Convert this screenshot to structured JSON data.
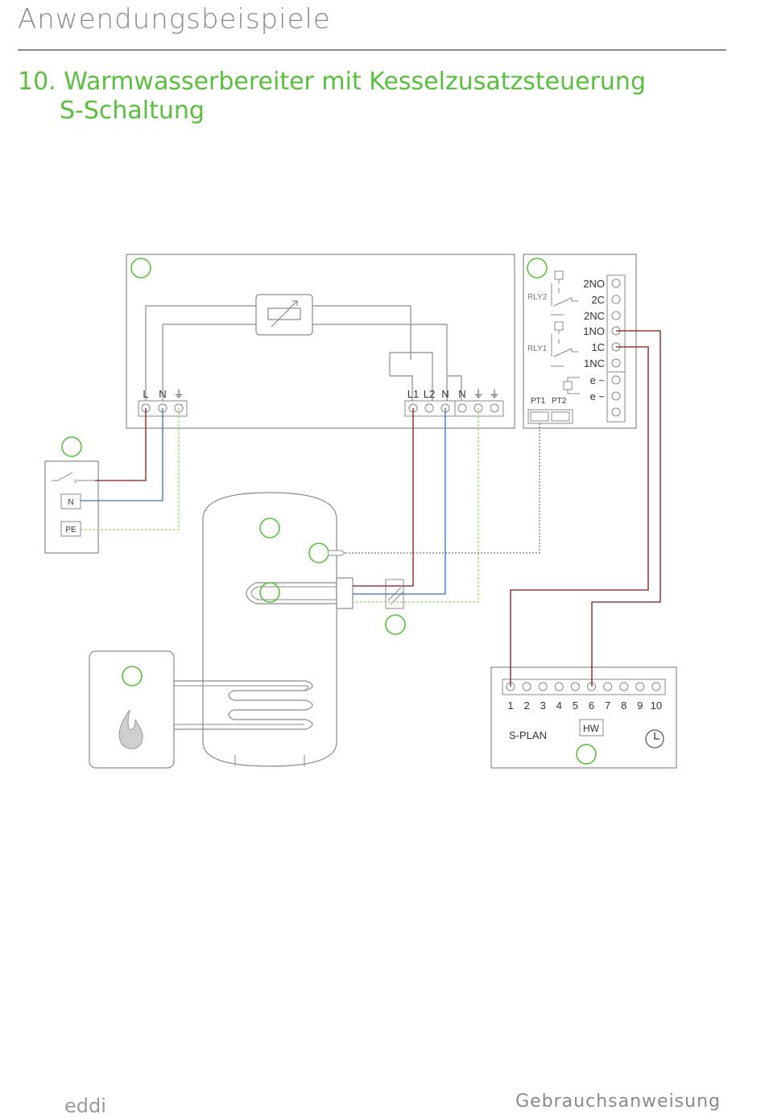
{
  "header": {
    "section_title": "Anwendungsbeispiele"
  },
  "title": {
    "line1": "10. Warmwasserbereiter mit Kesselzusatzsteuerung",
    "line2": "S-Schaltung"
  },
  "eddi_unit": {
    "supply_terminals": [
      "L",
      "N",
      "⏚"
    ],
    "output_terminals": [
      "L1",
      "L2",
      "N",
      "N",
      "⏚",
      "⏚"
    ]
  },
  "relay_module": {
    "relay2_label": "RLY2",
    "relay1_label": "RLY1",
    "terminals": [
      "2NO",
      "2C",
      "2NC",
      "1NO",
      "1C",
      "1NC",
      "e ~",
      "e ~"
    ],
    "sensor_labels": [
      "PT1",
      "PT2"
    ]
  },
  "isolator": {
    "labels": [
      "N",
      "PE"
    ]
  },
  "splan": {
    "terminal_numbers": [
      "1",
      "2",
      "3",
      "4",
      "5",
      "6",
      "7",
      "8",
      "9",
      "10"
    ],
    "name": "S-PLAN",
    "hw_label": "HW"
  },
  "footer": {
    "brand": "eddi",
    "doc": "Gebrauchsanweisung"
  },
  "colors": {
    "accent_green": "#5abf3e",
    "live": "#7a1a1a",
    "neutral": "#3a6fb5",
    "earth": "#9ad46a",
    "outline": "#8a8a8a"
  }
}
